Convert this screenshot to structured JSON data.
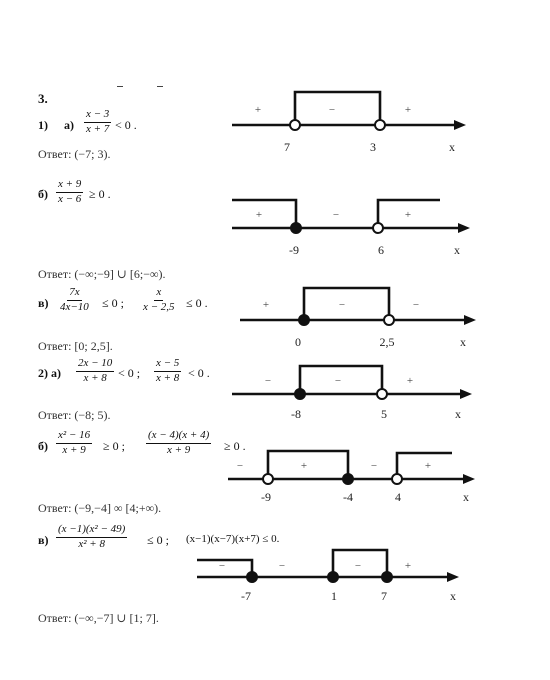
{
  "task_number": "3.",
  "part1": {
    "label": "1)",
    "a_label": "а)",
    "num": "x − 3",
    "den": "x + 7",
    "rel": "< 0 .",
    "answer": "Ответ: (−7; 3)."
  },
  "b1": {
    "label": "б)",
    "num": "x + 9",
    "den": "x − 6",
    "rel": "≥ 0 .",
    "answer": "Ответ: (−∞;−9] ∪ [6;−∞)."
  },
  "v1": {
    "label": "в)",
    "num1": "7x",
    "den1": "4x−10",
    "rel1": "≤ 0 ;",
    "num2": "x",
    "den2": "x − 2,5",
    "rel2": "≤ 0 .",
    "answer": "Ответ: [0; 2,5]."
  },
  "part2": {
    "label": "2) а)",
    "num1": "2x − 10",
    "den1": "x + 8",
    "rel1": "< 0 ;",
    "num2": "x − 5",
    "den2": "x + 8",
    "rel2": "< 0 .",
    "answer": "Ответ: (−8; 5)."
  },
  "b2": {
    "label": "б)",
    "num1": "x² − 16",
    "den1": "x + 9",
    "rel1": "≥ 0 ;",
    "num2": "(x − 4)(x + 4)",
    "den2": "x + 9",
    "rel2": "≥ 0 .",
    "answer": "Ответ: (−9,−4] ∞ [4;+∞)."
  },
  "v2": {
    "label": "в)",
    "num1": "(x −1)(x² − 49)",
    "den1": "x² + 8",
    "rel1": "≤ 0 ;",
    "expr2": "(x−1)(x−7)(x+7) ≤ 0.",
    "answer": "Ответ: (−∞,−7] ∪ [1; 7]."
  },
  "axis_label": "x",
  "lines": [
    {
      "ticks": [
        "7",
        "3"
      ],
      "signs": [
        "+",
        "−",
        "+"
      ]
    },
    {
      "ticks": [
        "-9",
        "6"
      ],
      "signs": [
        "+",
        "−",
        "+"
      ]
    },
    {
      "ticks": [
        "0",
        "2,5"
      ],
      "signs": [
        "+",
        "−",
        "−"
      ]
    },
    {
      "ticks": [
        "-8",
        "5"
      ],
      "signs": [
        "−",
        "−",
        "+"
      ]
    },
    {
      "ticks": [
        "-9",
        "-4",
        "4"
      ],
      "signs": [
        "−",
        "+",
        "−",
        "+"
      ]
    },
    {
      "ticks": [
        "-7",
        "1",
        "7"
      ],
      "signs": [
        "−",
        "−",
        "−",
        "+"
      ]
    }
  ]
}
